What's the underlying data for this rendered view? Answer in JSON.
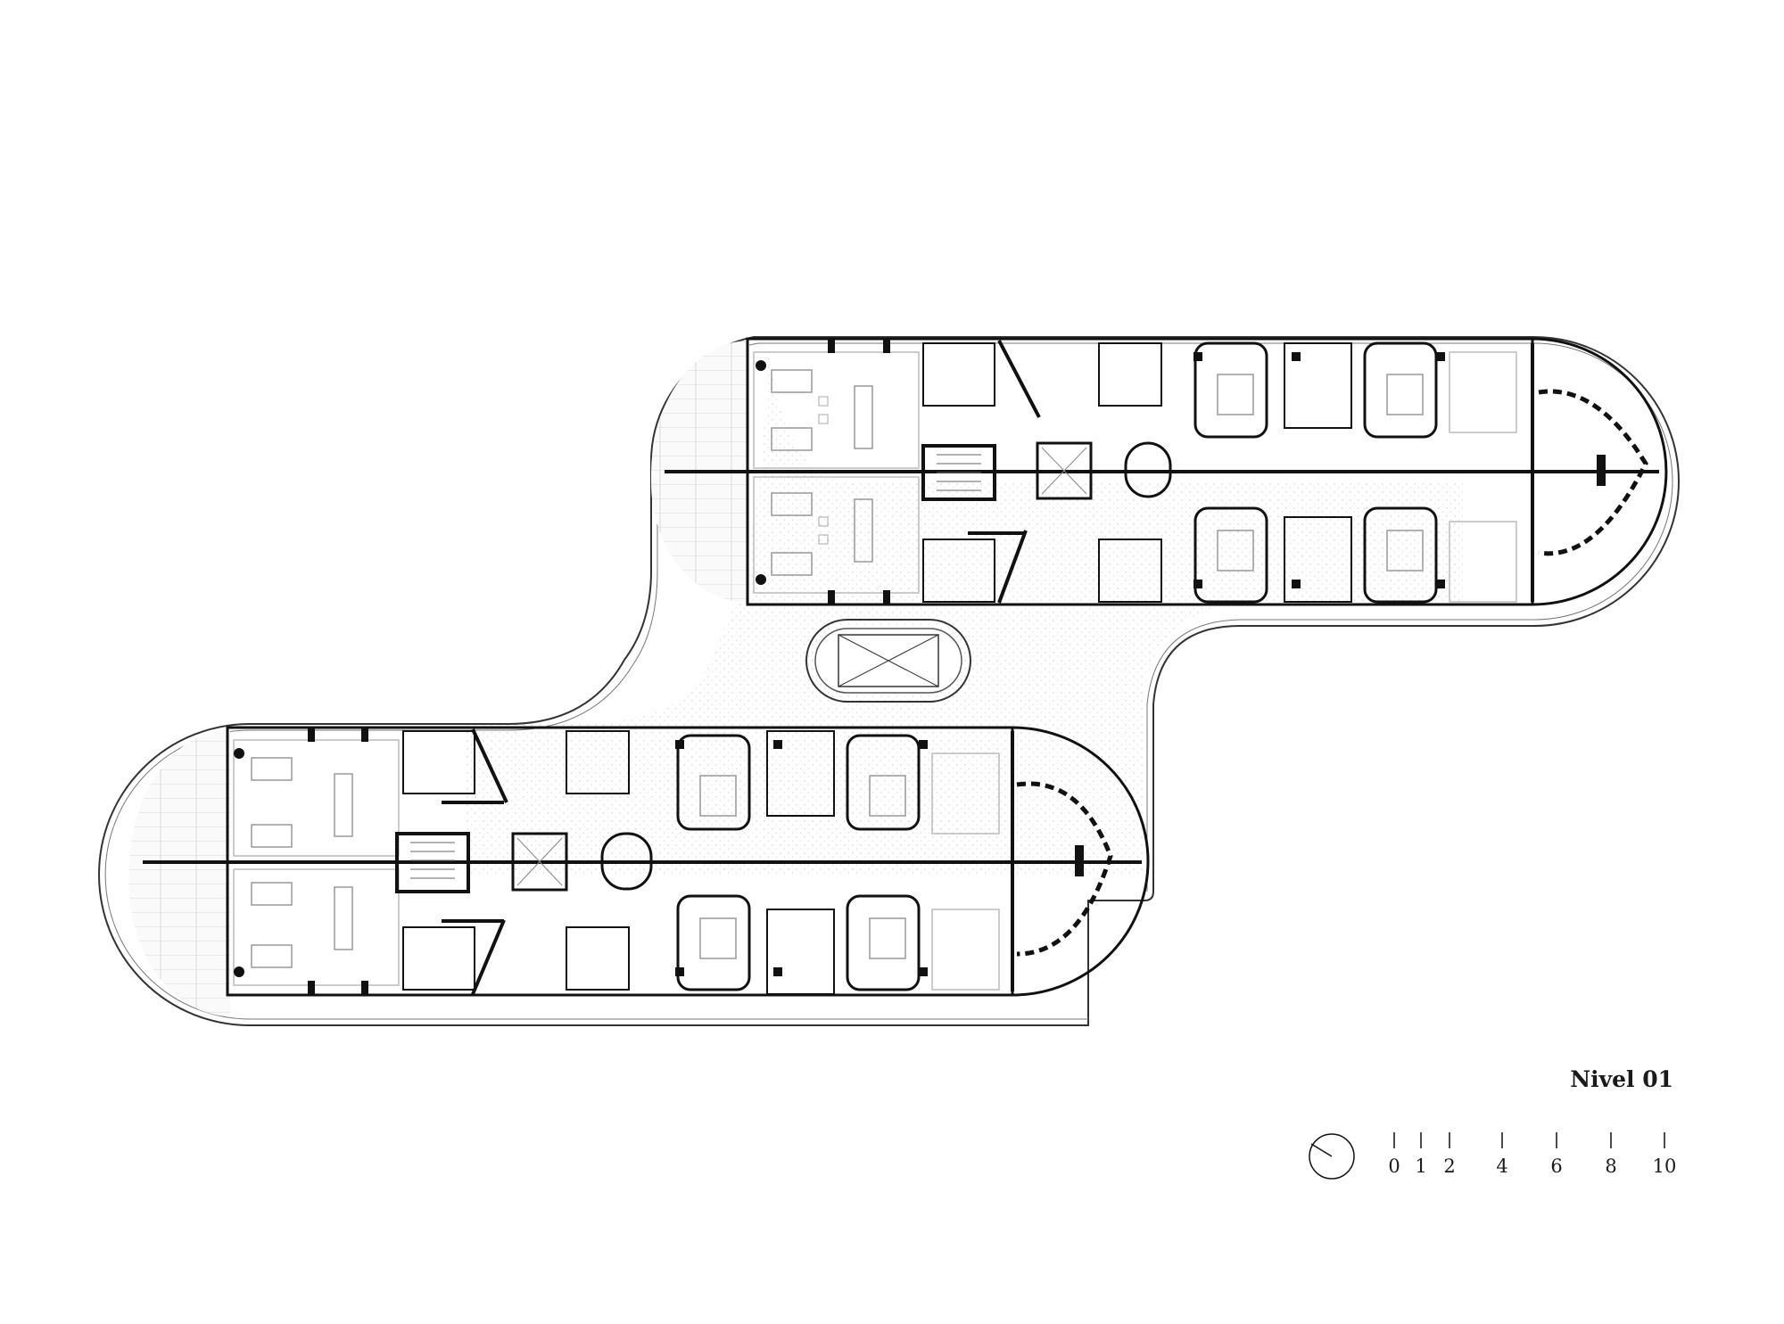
{
  "drawing": {
    "title": "Nivel 01",
    "scale_bar": {
      "ticks": [
        "0",
        "1",
        "2",
        "4",
        "6",
        "8",
        "10"
      ]
    },
    "north_icon": "north-compass-icon"
  }
}
